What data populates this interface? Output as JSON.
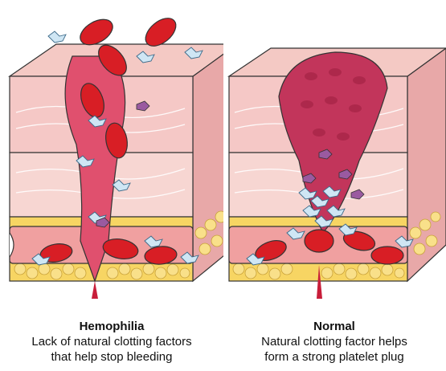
{
  "panels": [
    {
      "title": "Hemophilia",
      "description_line1": "Lack of natural clotting factors",
      "description_line2": "that help stop bleeding"
    },
    {
      "title": "Normal",
      "description_line1": "Natural clotting factor helps",
      "description_line2": "form a strong platelet plug"
    }
  ],
  "colors": {
    "skin_top": "#f4c9c4",
    "skin_layer": "#f7d6d2",
    "dermis": "#f2bfc3",
    "fat": "#f7d563",
    "vessel": "#f08a8a",
    "blood": "#d81e25",
    "wound": "#e0506e",
    "platelet": "#cfe6f4",
    "factor": "#9a5aa0",
    "clot": "#c2355b"
  }
}
